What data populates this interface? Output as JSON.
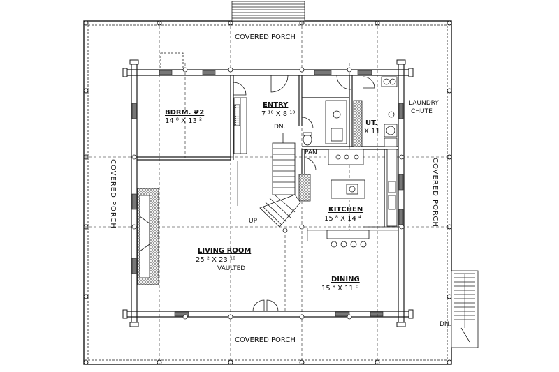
{
  "labels": {
    "porch_top": "COVERED PORCH",
    "porch_bottom": "COVERED PORCH",
    "porch_left": "COVERED PORCH",
    "porch_right": "COVERED PORCH",
    "bdrm_name": "BDRM. #2",
    "bdrm_dim": "14 ⁸ X 13 ²",
    "entry_name": "ENTRY",
    "entry_dim": "7 ¹⁰ X 8 ¹⁰",
    "ut_name": "UT.",
    "ut_dim": "X 11",
    "laundry_1": "LAUNDRY",
    "laundry_2": "CHUTE",
    "pan": "PAN",
    "dn_stair": "DN.",
    "up_stair": "UP",
    "kitchen_name": "KITCHEN",
    "kitchen_dim": "15 ⁸ X 14 ⁴",
    "living_name": "LIVING ROOM",
    "living_dim": "25 ² X 23 ¹⁰",
    "living_note": "VAULTED",
    "dining_name": "DINING",
    "dining_dim": "15 ⁸ X 11 ⁰",
    "dn_porch": "DN."
  },
  "colors": {
    "line": "#1a1a1a",
    "hatch": "#555555",
    "fill_dark": "#777777"
  }
}
